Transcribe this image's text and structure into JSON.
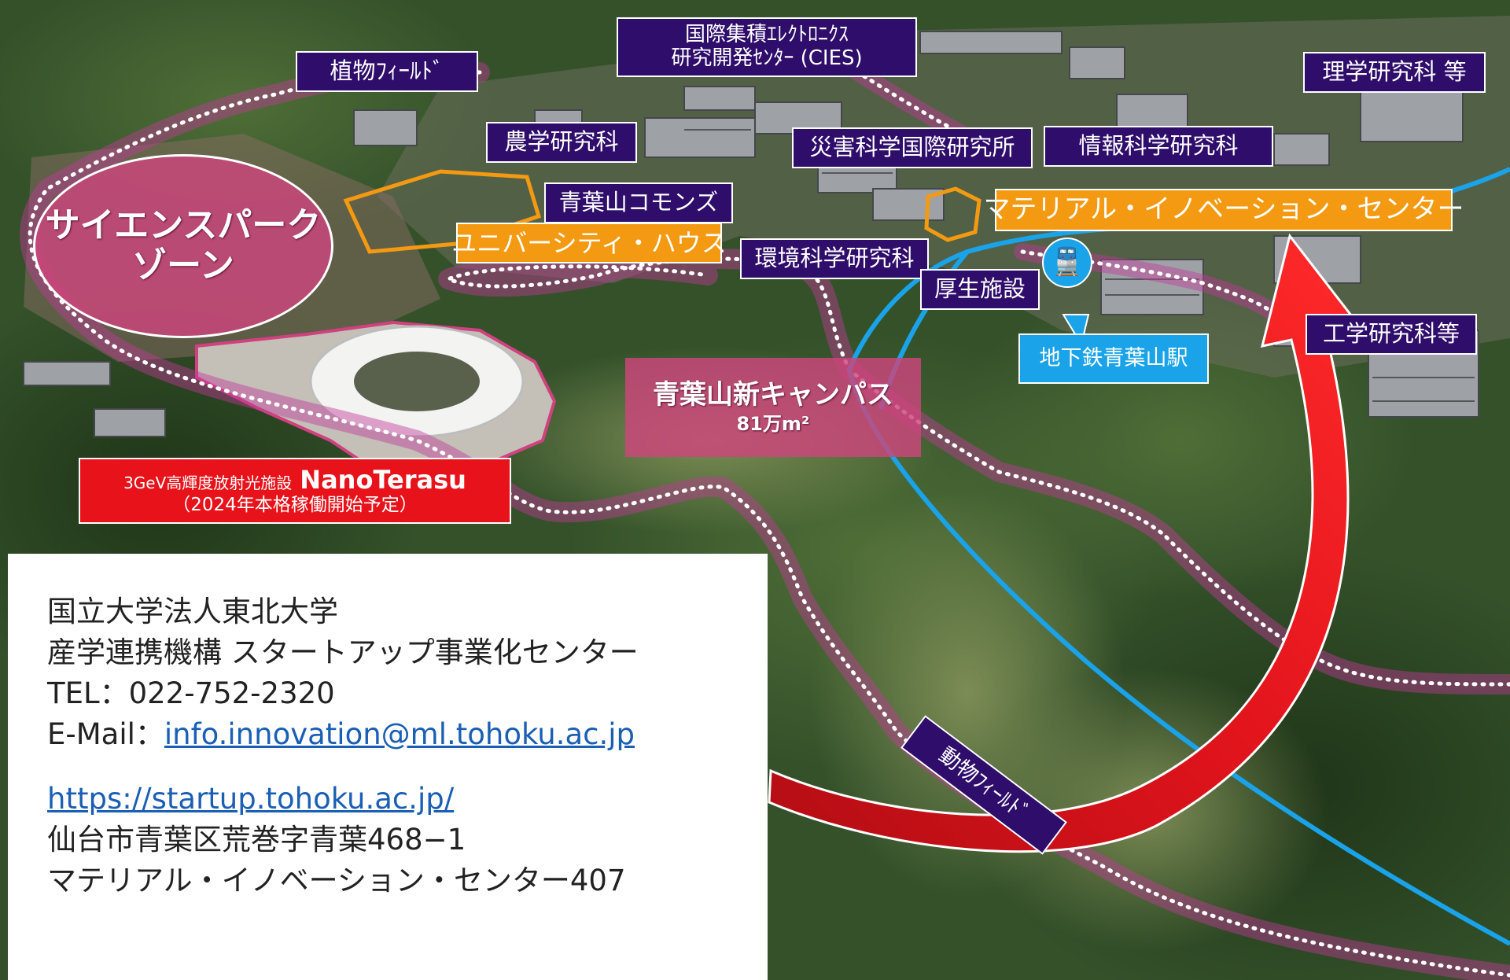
{
  "labels": {
    "plant_field": "植物ﾌｨｰﾙﾄﾞ",
    "cies_line1": "国際集積ｴﾚｸﾄﾛﾆｸｽ",
    "cies_line2": "研究開発ｾﾝﾀｰ (CIES)",
    "science_grad": "理学研究科 等",
    "agri_grad": "農学研究科",
    "disaster_inst": "災害科学国際研究所",
    "info_sci_grad": "情報科学研究科",
    "aobayama_commons": "青葉山コモンズ",
    "university_house": "ユニバーシティ・ハウス",
    "material_center": "マテリアル・イノベーション・センター",
    "env_grad": "環境科学研究科",
    "welfare": "厚生施設",
    "subway_station": "地下鉄青葉山駅",
    "eng_grad": "工学研究科等",
    "science_park_line1": "サイエンスパーク",
    "science_park_line2": "ゾーン",
    "campus_name": "青葉山新キャンパス",
    "campus_area": "81万m²",
    "nanoterasu_prefix": "3GeV高輝度放射光施設",
    "nanoterasu_name": "NanoTerasu",
    "nanoterasu_note": "（2024年本格稼働開始予定）",
    "animal_field": "動物ﾌｨｰﾙﾄﾞ"
  },
  "info": {
    "org": "国立大学法人東北大学",
    "dept": "産学連携機構 スタートアップ事業化センター",
    "tel": "TEL：022-752-2320",
    "email_prefix": "E-Mail：",
    "email": "info.innovation@ml.tohoku.ac.jp",
    "url": "https://startup.tohoku.ac.jp/",
    "address1": "仙台市青葉区荒巻字青葉468−1",
    "address2": "マテリアル・イノベーション・センター407"
  },
  "icons": {
    "station": "train-icon",
    "arrow": "curved-arrow"
  },
  "colors": {
    "label_purple": "#2f0d6b",
    "label_orange": "#f39a12",
    "nanoterasu_red": "#e8121a",
    "zone_pink": "#cd467d",
    "subway_blue": "#1aa3e8",
    "boundary": "#c0399a",
    "arrow_red": "#e2141c"
  }
}
